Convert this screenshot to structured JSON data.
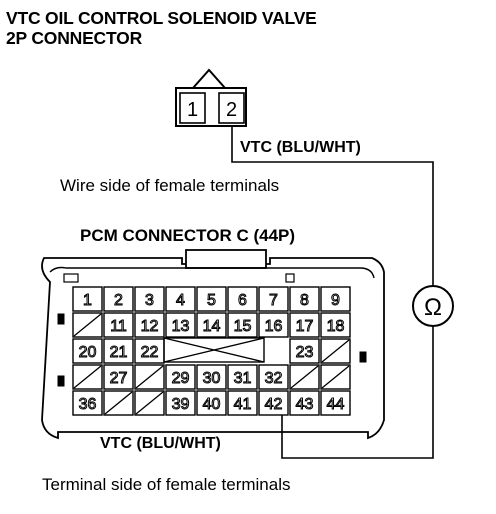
{
  "title_line1": "VTC OIL CONTROL SOLENOID VALVE",
  "title_line2": "2P CONNECTOR",
  "solenoid_terminals": [
    "1",
    "2"
  ],
  "wire_label_top": "VTC (BLU/WHT)",
  "wire_side_note": "Wire side of female terminals",
  "pcm_title": "PCM CONNECTOR C (44P)",
  "pcm_rows": [
    [
      "1",
      "2",
      "3",
      "4",
      "5",
      "6",
      "7",
      "8",
      "9"
    ],
    [
      "",
      "11",
      "12",
      "13",
      "14",
      "15",
      "16",
      "17",
      "18"
    ],
    [
      "20",
      "21",
      "22",
      "",
      "",
      "",
      "",
      "23",
      ""
    ],
    [
      "",
      "27",
      "",
      "29",
      "30",
      "31",
      "32",
      "",
      ""
    ],
    [
      "36",
      "",
      "",
      "39",
      "40",
      "41",
      "42",
      "43",
      "44"
    ]
  ],
  "wire_label_bottom": "VTC (BLU/WHT)",
  "meter_symbol": "Ω",
  "terminal_side_note": "Terminal side of female terminals"
}
